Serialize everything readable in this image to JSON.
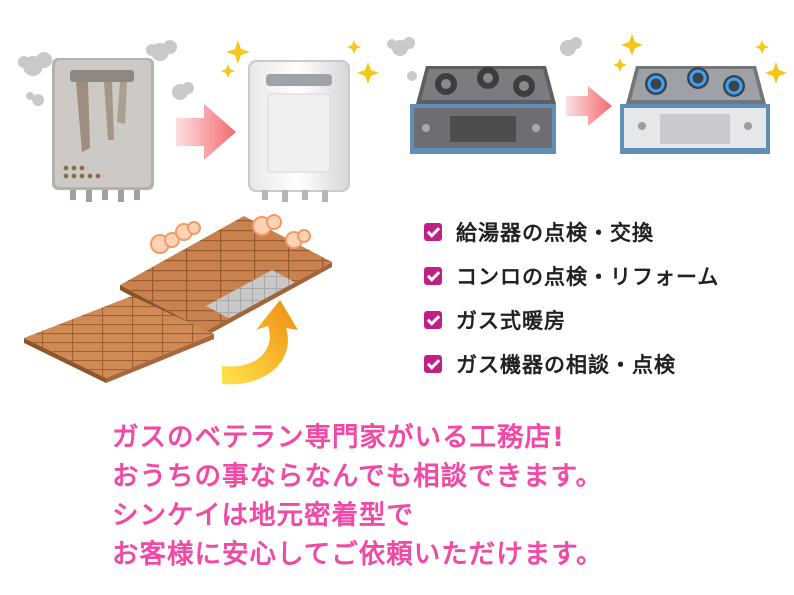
{
  "colors": {
    "check": "#c21e87",
    "message": "#f14aa6",
    "arrow": "#f5787a",
    "floor_arrow": "#f39a1a",
    "sparkle": "#f5c71b",
    "smoke": "#c8c8c8"
  },
  "illustrations": {
    "water_heater_old": "old-water-heater-icon",
    "water_heater_new": "new-water-heater-icon",
    "stove_old": "old-gas-stove-icon",
    "stove_new": "new-gas-stove-icon",
    "floor": "floor-heating-icon"
  },
  "services": [
    {
      "label": "給湯器の点検・交換"
    },
    {
      "label": "コンロの点検・リフォーム"
    },
    {
      "label": "ガス式暖房"
    },
    {
      "label": "ガス機器の相談・点検"
    }
  ],
  "message": {
    "lines": [
      "ガスのベテラン専門家がいる工務店!",
      "おうちの事ならなんでも相談できます。",
      "シンケイは地元密着型で",
      "お客様に安心してご依頼いただけます。"
    ]
  }
}
